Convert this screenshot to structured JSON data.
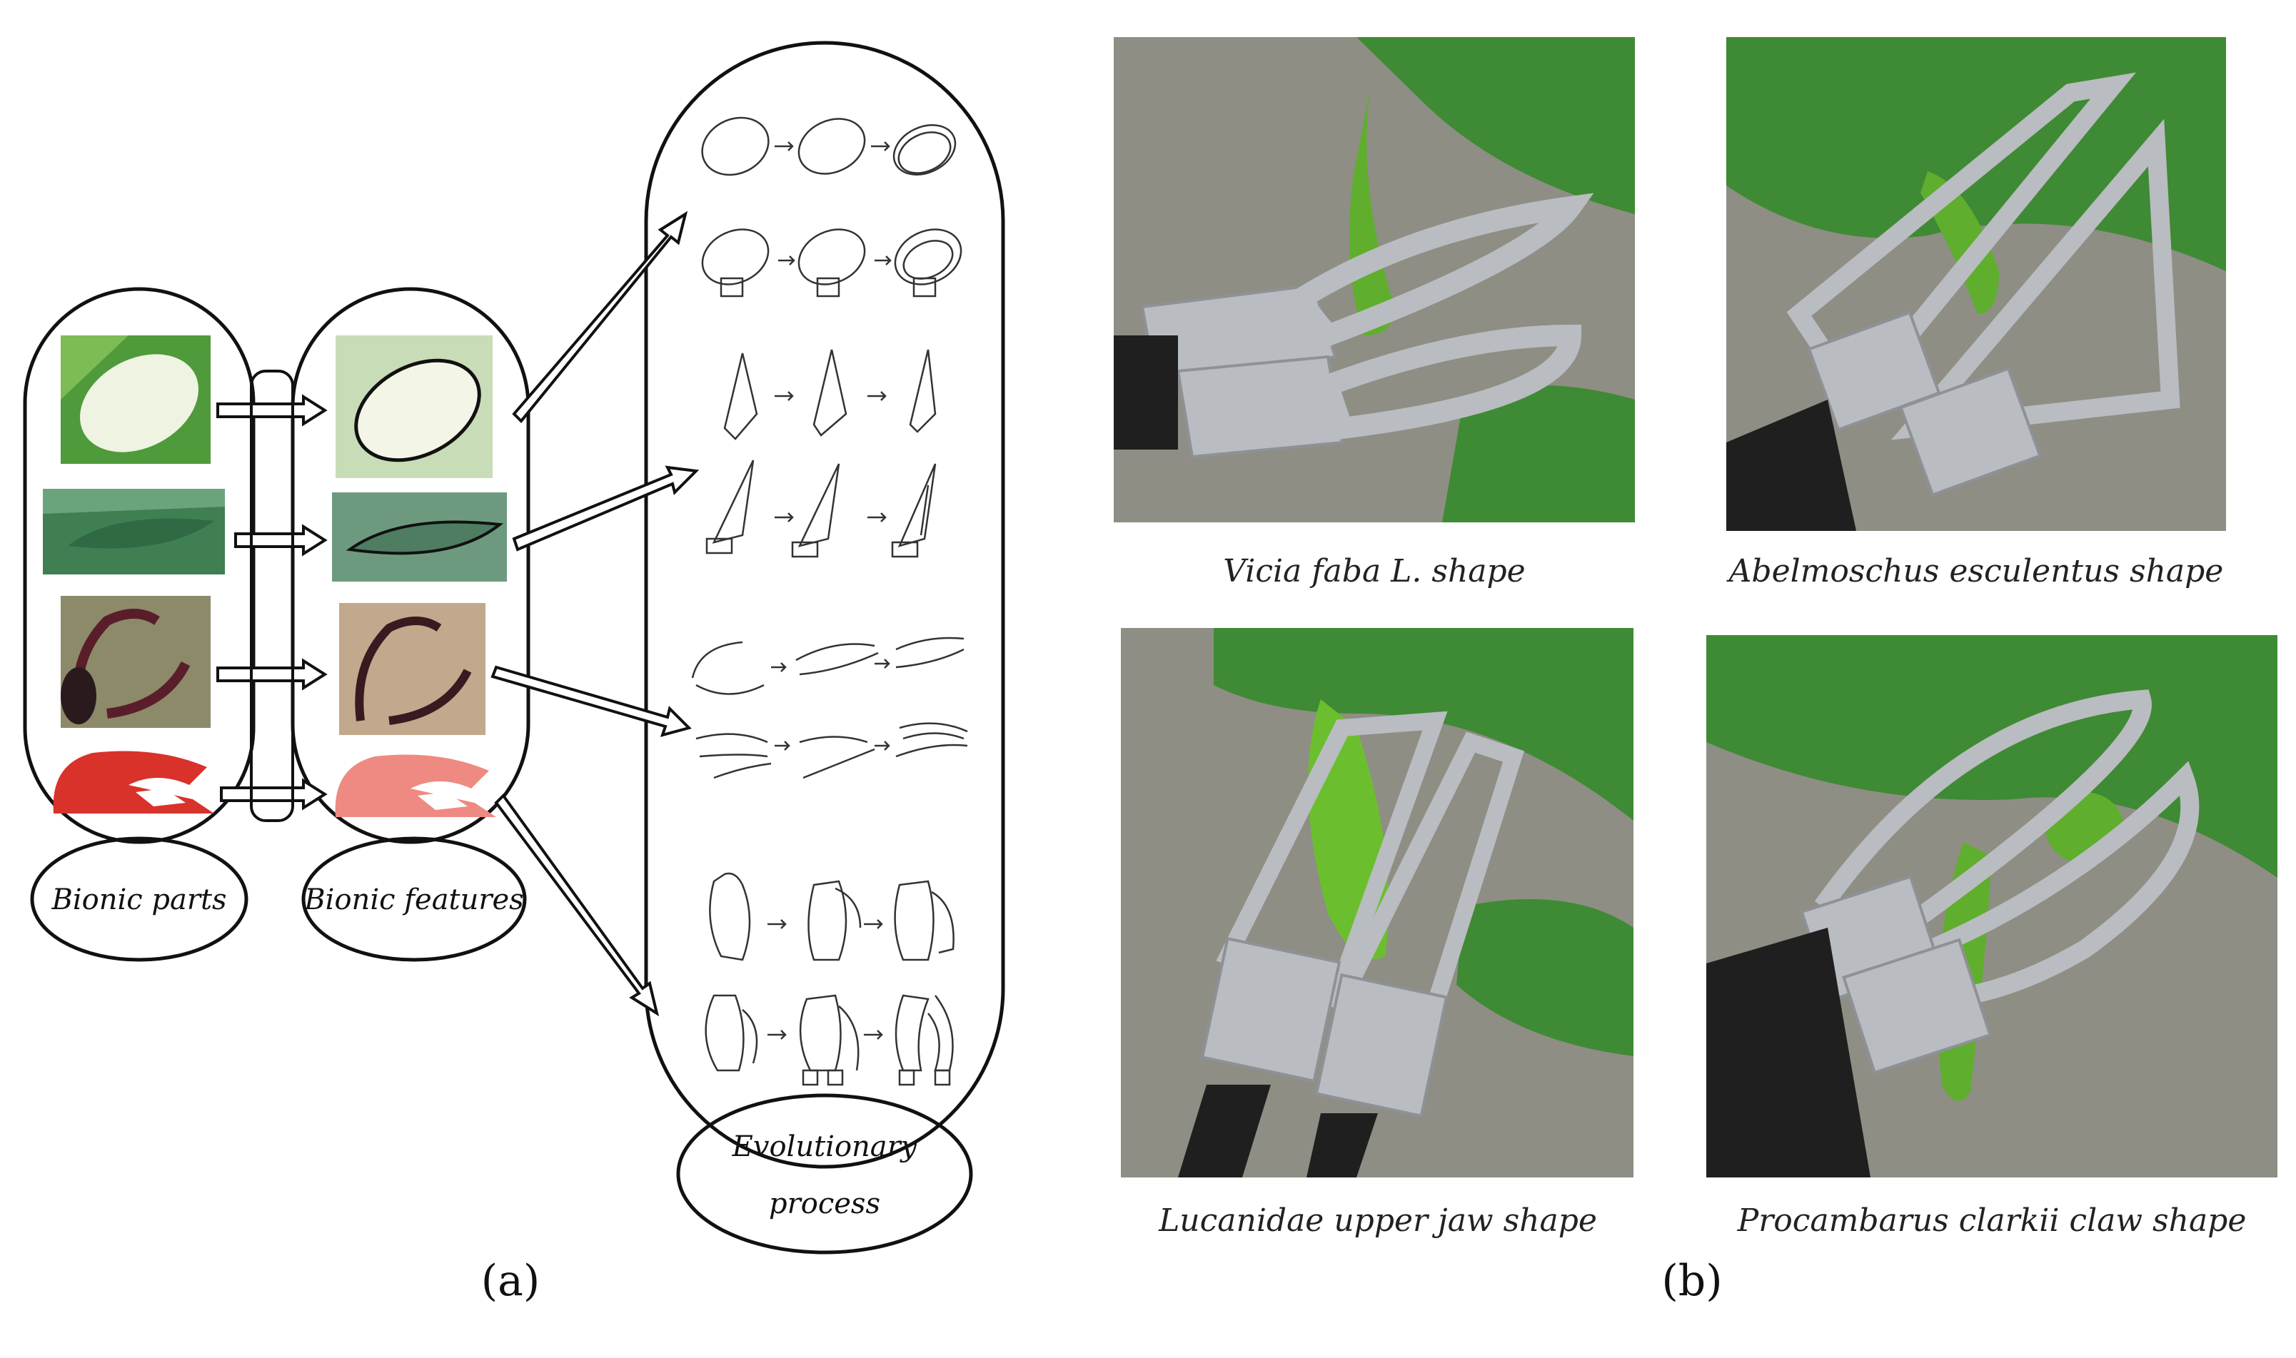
{
  "figure": {
    "panel_a": {
      "label": "(a)",
      "node_bionic_parts": "Bionic parts",
      "node_bionic_features": "Bionic features",
      "node_evolutionary_line1": "Evolutionary",
      "node_evolutionary_line2": "process"
    },
    "panel_b": {
      "label": "(b)",
      "captions": [
        "Vicia faba L. shape",
        "Abelmoschus esculentus shape",
        "Lucanidae upper jaw shape",
        "Procambarus clarkii claw shape"
      ]
    }
  },
  "colors": {
    "bean_green": "#4f9a3a",
    "bean_white": "#eef3e2",
    "okra_green": "#3f7f52",
    "beetle_bg": "#8d8a6a",
    "crab_red": "#d8322b",
    "gripper_gray": "#b9bcc0",
    "soil": "#8e8e84",
    "leaf": "#3f8a34",
    "pepper": "#5fae2e"
  }
}
